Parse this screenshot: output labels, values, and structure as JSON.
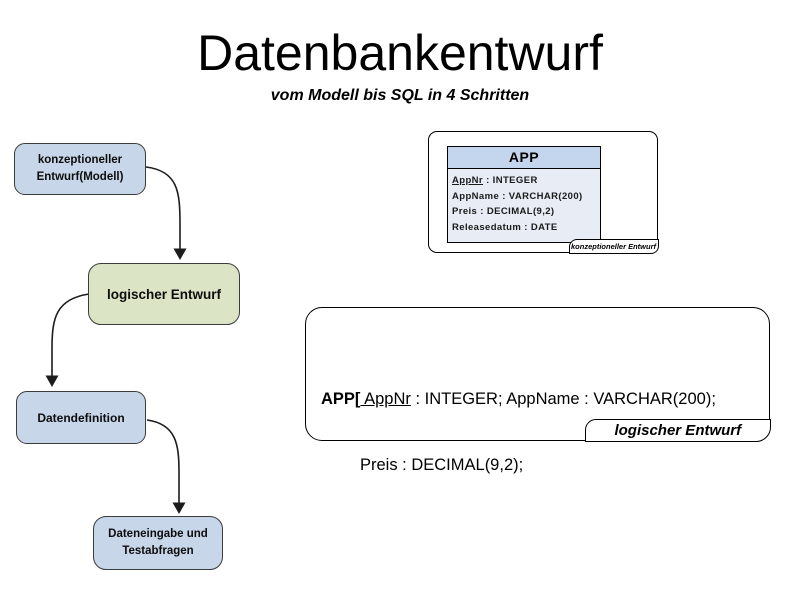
{
  "title": "Datenbankentwurf",
  "subtitle": "vom Modell bis SQL in 4 Schritten",
  "colors": {
    "step_blue": "#c7d6e9",
    "step_green": "#dbe5c5",
    "table_header_blue": "#c3d6ee",
    "table_body_blue": "#e7ecf5",
    "border_dark": "#3b3b3b",
    "line_dark": "#1c1c1c"
  },
  "flowchart": {
    "steps": [
      {
        "lines": [
          "konzeptioneller",
          "Entwurf(Modell)"
        ]
      },
      {
        "lines": [
          "logischer Entwurf"
        ]
      },
      {
        "lines": [
          "Datendefinition"
        ]
      },
      {
        "lines": [
          "Dateneingabe und",
          "Testabfragen"
        ]
      }
    ]
  },
  "entity_panel": {
    "caption": "konzeptioneller Entwurf",
    "table": {
      "title": "APP",
      "rows": [
        {
          "name": "AppNr",
          "rest": " : INTEGER"
        },
        {
          "name": "AppName",
          "rest": " : VARCHAR(200)"
        },
        {
          "name": "Preis",
          "rest": " : DECIMAL(9,2)"
        },
        {
          "name": "Releasedatum",
          "rest": " : DATE"
        }
      ]
    }
  },
  "logical_panel": {
    "caption": "logischer Entwurf",
    "prefix": "APP[",
    "key": " AppNr",
    "line1_rest": " : INTEGER; AppName : VARCHAR(200);",
    "line2": "Preis : DECIMAL(9,2);"
  }
}
